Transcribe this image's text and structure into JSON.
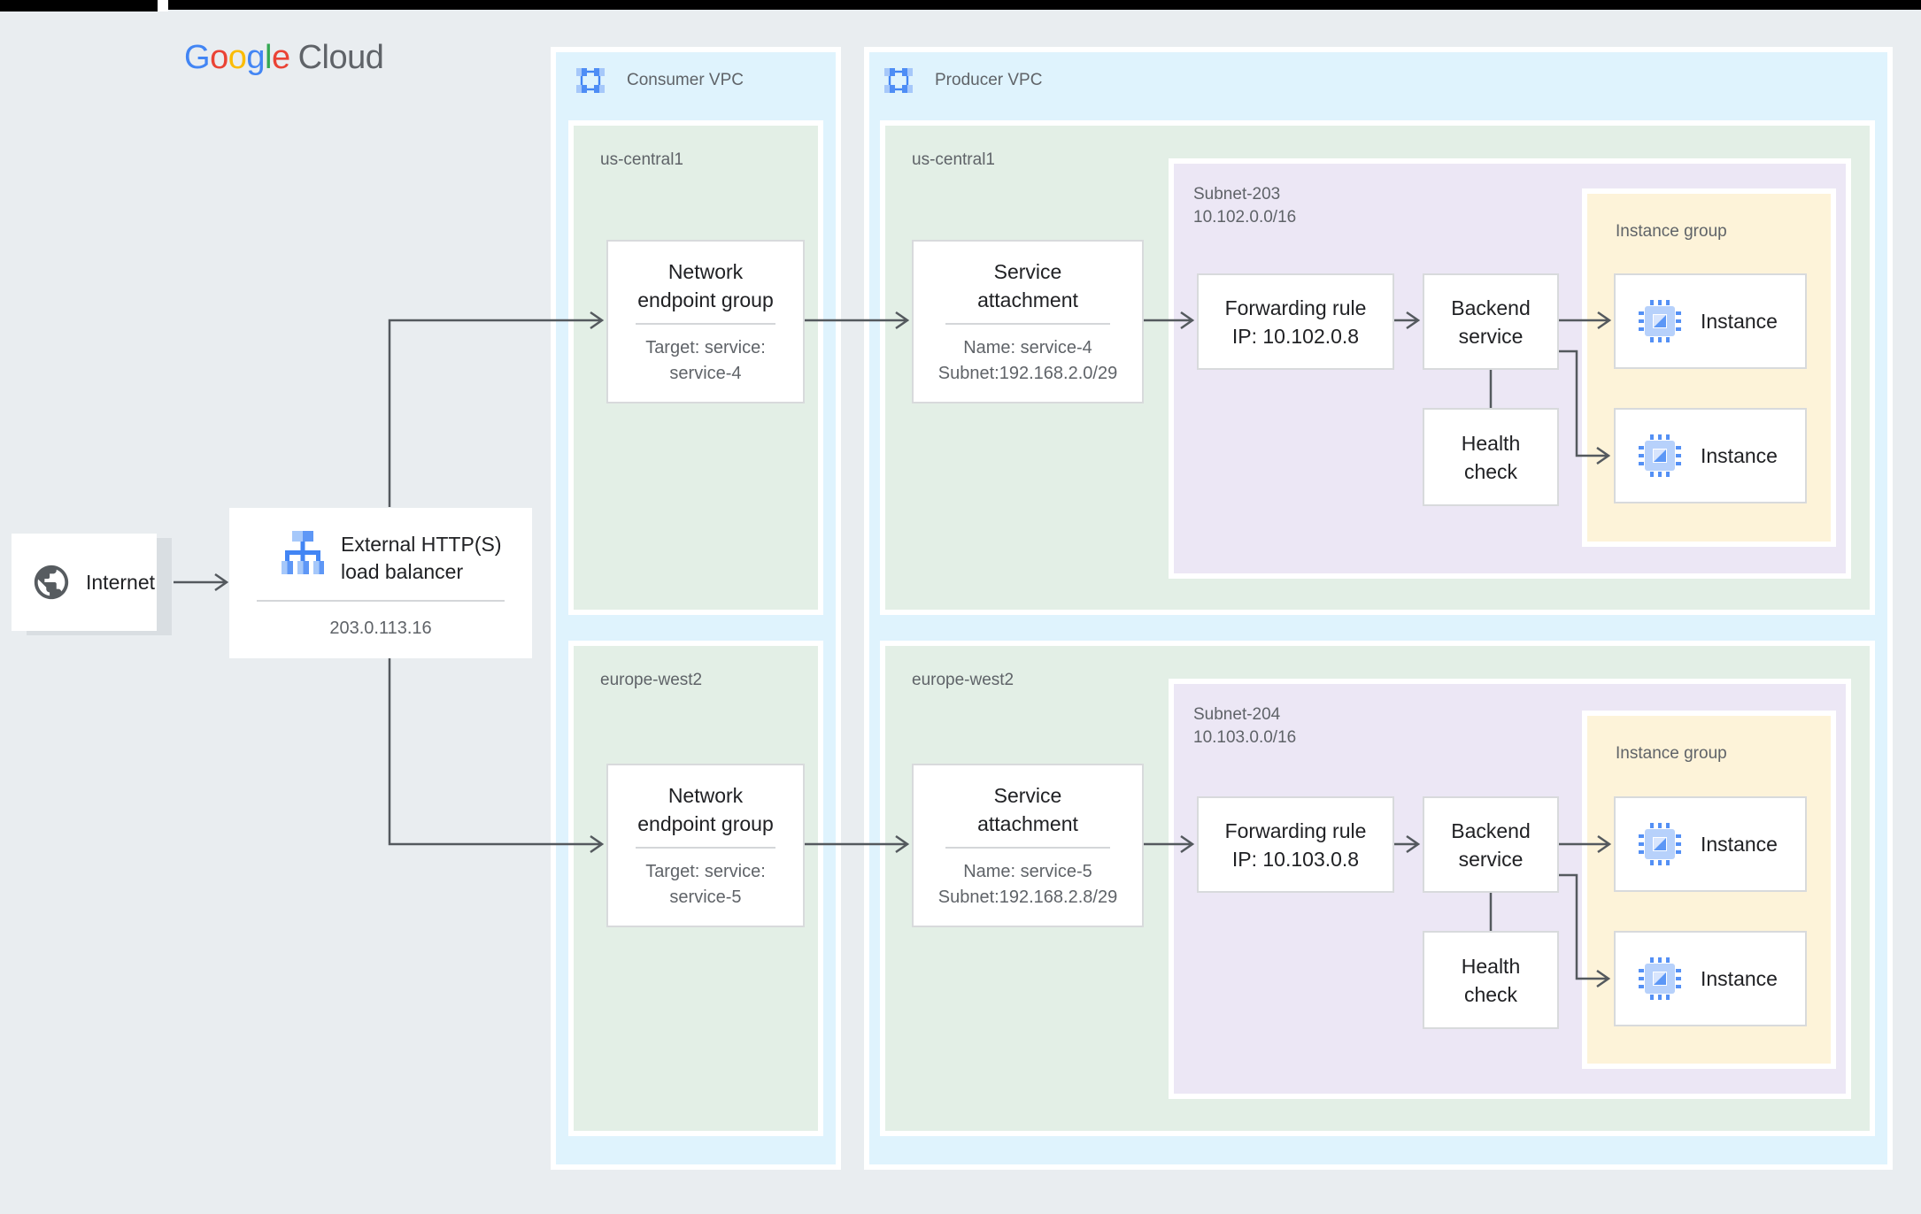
{
  "logo": {
    "brand_letters": [
      {
        "ch": "G",
        "color": "#4285F4"
      },
      {
        "ch": "o",
        "color": "#EA4335"
      },
      {
        "ch": "o",
        "color": "#FBBC05"
      },
      {
        "ch": "g",
        "color": "#4285F4"
      },
      {
        "ch": "l",
        "color": "#34A853"
      },
      {
        "ch": "e",
        "color": "#EA4335"
      }
    ],
    "suffix": "Cloud"
  },
  "internet": {
    "label": "Internet"
  },
  "load_balancer": {
    "title_lines": [
      "External HTTP(S)",
      "load balancer"
    ],
    "ip": "203.0.113.16"
  },
  "consumer_vpc": {
    "label": "Consumer VPC",
    "regions": [
      {
        "name": "us-central1",
        "neg": {
          "title_lines": [
            "Network",
            "endpoint group"
          ],
          "subtitle_lines": [
            "Target: service:",
            "service-4"
          ]
        }
      },
      {
        "name": "europe-west2",
        "neg": {
          "title_lines": [
            "Network",
            "endpoint group"
          ],
          "subtitle_lines": [
            "Target: service:",
            "service-5"
          ]
        }
      }
    ]
  },
  "producer_vpc": {
    "label": "Producer VPC",
    "regions": [
      {
        "name": "us-central1",
        "service_attachment": {
          "title_lines": [
            "Service",
            "attachment"
          ],
          "subtitle_lines": [
            "Name: service-4",
            "Subnet:192.168.2.0/29"
          ]
        },
        "subnet": {
          "label_lines": [
            "Subnet-203",
            "10.102.0.0/16"
          ],
          "forwarding_rule": {
            "lines": [
              "Forwarding rule",
              "IP: 10.102.0.8"
            ]
          },
          "backend_service": {
            "lines": [
              "Backend",
              "service"
            ]
          },
          "health_check": {
            "lines": [
              "Health",
              "check"
            ]
          },
          "instance_group": {
            "label": "Instance group",
            "instances": [
              {
                "label": "Instance"
              },
              {
                "label": "Instance"
              }
            ]
          }
        }
      },
      {
        "name": "europe-west2",
        "service_attachment": {
          "title_lines": [
            "Service",
            "attachment"
          ],
          "subtitle_lines": [
            "Name: service-5",
            "Subnet:192.168.2.8/29"
          ]
        },
        "subnet": {
          "label_lines": [
            "Subnet-204",
            "10.103.0.0/16"
          ],
          "forwarding_rule": {
            "lines": [
              "Forwarding rule",
              "IP: 10.103.0.8"
            ]
          },
          "backend_service": {
            "lines": [
              "Backend",
              "service"
            ]
          },
          "health_check": {
            "lines": [
              "Health",
              "check"
            ]
          },
          "instance_group": {
            "label": "Instance group",
            "instances": [
              {
                "label": "Instance"
              },
              {
                "label": "Instance"
              }
            ]
          }
        }
      }
    ]
  },
  "colors": {
    "background": "#e9edf0",
    "vpc_blue": "#dff3fd",
    "region_green": "#e3efe6",
    "subnet_purple": "#ece7f5",
    "instance_group_yellow": "#fdf3d9",
    "node_border": "#d8dadc",
    "text_dark": "#202124",
    "text_gray": "#5f6368",
    "connector_gray": "#54595e",
    "icon_blue_primary": "#4285f4",
    "icon_blue_medium": "#5e97f6",
    "icon_blue_light": "#a6c8fa"
  }
}
